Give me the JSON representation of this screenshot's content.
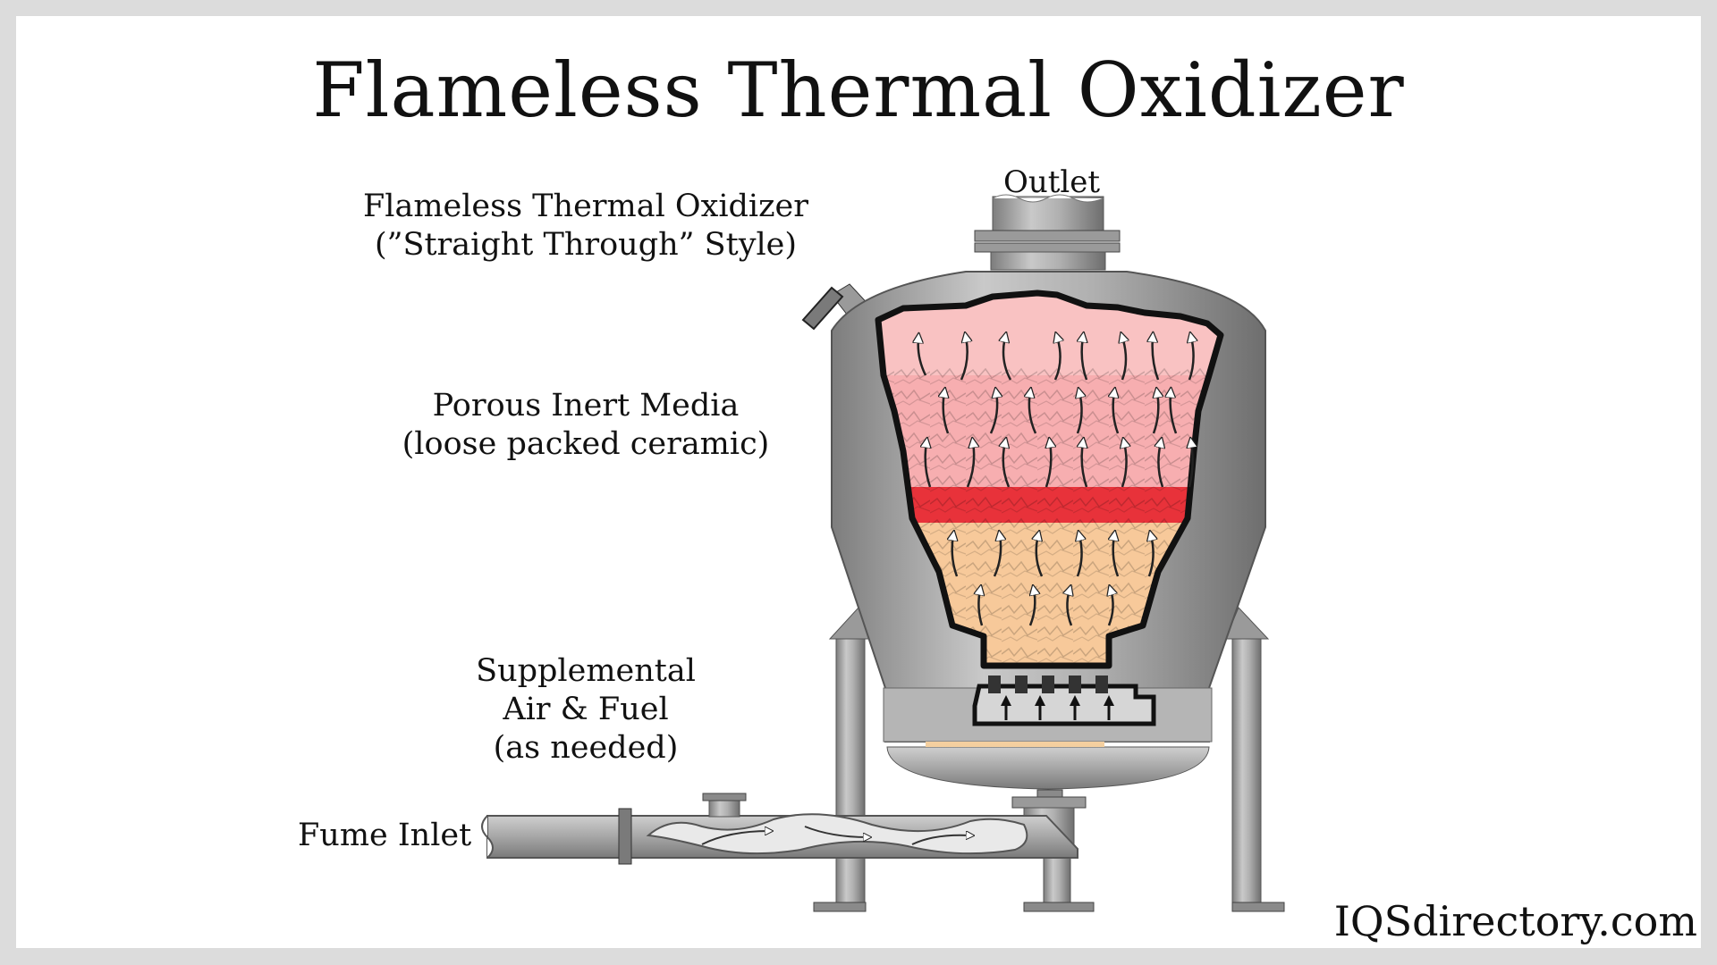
{
  "title": "Flameless Thermal Oxidizer",
  "labels": {
    "outlet": "Outlet",
    "style_line1": "Flameless Thermal Oxidizer",
    "style_line2": "(”Straight Through” Style)",
    "media_line1": "Porous Inert Media",
    "media_line2": "(loose packed ceramic)",
    "supp_line1": "Supplemental",
    "supp_line2": "Air & Fuel",
    "supp_line3": "(as needed)",
    "fume_inlet": "Fume Inlet"
  },
  "brand": "IQSdirectory.com",
  "colors": {
    "vessel_gray": "#9a9a9a",
    "media_pink": "#f7b5b5",
    "media_red": "#e8323a",
    "media_peach": "#f7c99a",
    "outline": "#111111"
  }
}
